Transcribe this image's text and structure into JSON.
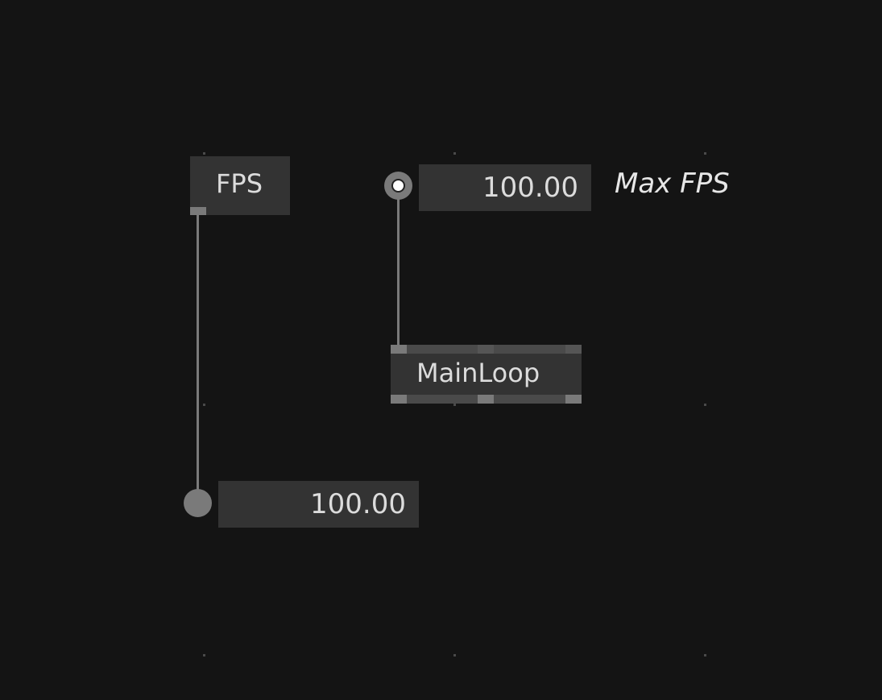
{
  "nodes": {
    "fps": {
      "label": "FPS"
    },
    "main_loop": {
      "label": "MainLoop"
    }
  },
  "max_fps": {
    "value": "100.00",
    "comment": "Max FPS"
  },
  "fps_readout": {
    "value": "100.00"
  },
  "colors": {
    "background": "#141414",
    "node": "#333333",
    "wire": "#7a7a7a",
    "text": "#dcdcdc"
  }
}
